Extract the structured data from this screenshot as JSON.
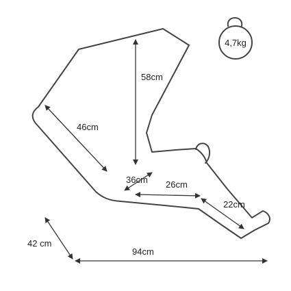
{
  "weight": {
    "label": "4,7kg",
    "icon": "kettlebell-icon"
  },
  "dimensions": {
    "back_height": "58cm",
    "back_diagonal": "46cm",
    "seat_width": "36cm",
    "seat_depth": "26cm",
    "leg_rest": "22cm",
    "height": "42 cm",
    "total_length": "94cm"
  }
}
